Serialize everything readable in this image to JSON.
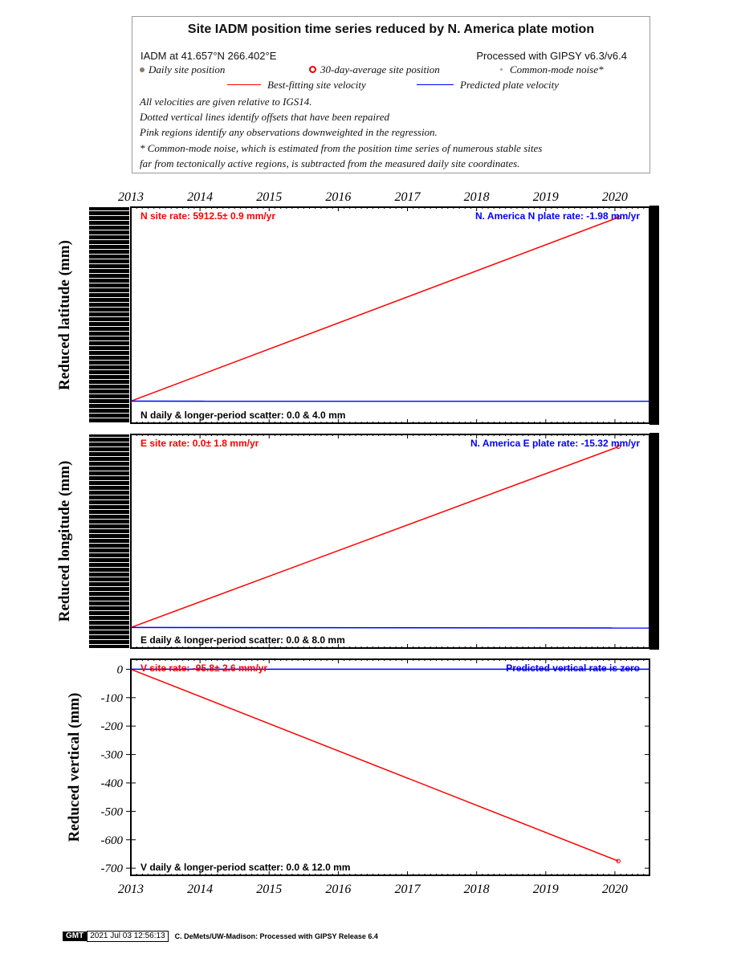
{
  "legend": {
    "title": "Site IADM position time series reduced by N. America plate motion",
    "site_location": "IADM at 41.657°N 266.402°E",
    "processing": "Processed with GIPSY v6.3/v6.4",
    "daily_label": "Daily site position",
    "avg_label": "30-day-average site position",
    "cm_label": "Common-mode noise*",
    "best_fit_label": "Best-fitting site velocity",
    "plate_label": "Predicted plate velocity",
    "note1": "All velocities are given relative to IGS14.",
    "note2": "Dotted vertical lines identify offsets that have been repaired",
    "note3": "Pink regions identify any observations downweighted in the regression.",
    "note4": "* Common-mode noise, which is estimated from the position time series of numerous stable sites",
    "note5": "far from tectonically active regions, is subtracted from the measured daily site coordinates."
  },
  "colors": {
    "site_rate": "#ff0000",
    "plate": "#0000ff",
    "daily": "#9e9e9e",
    "avg_dot": "#e00000"
  },
  "chart_data": [
    {
      "type": "line",
      "panel": "north",
      "ylabel": "Reduced latitude (mm)",
      "xticks": [
        "2013",
        "2014",
        "2015",
        "2016",
        "2017",
        "2018",
        "2019",
        "2020"
      ],
      "xlim": [
        2013,
        2020.5
      ],
      "ylim": [
        -5000,
        44000
      ],
      "rate_text": "N site rate: 5912.5± 0.9 mm/yr",
      "plate_text": "N. America N plate rate: -1.98 mm/yr",
      "scatter_text": "N daily & longer-period scatter:   0.0 &   4.0 mm",
      "series": [
        {
          "name": "Best-fitting site velocity",
          "x": [
            2013.0,
            2020.05
          ],
          "y": [
            0,
            41683
          ]
        },
        {
          "name": "Predicted plate velocity",
          "x": [
            2013.0,
            2020.5
          ],
          "y": [
            0,
            -15
          ]
        }
      ]
    },
    {
      "type": "line",
      "panel": "east",
      "ylabel": "Reduced longitude (mm)",
      "xticks": [
        "2013",
        "2014",
        "2015",
        "2016",
        "2017",
        "2018",
        "2019",
        "2020"
      ],
      "xlim": [
        2013,
        2020.5
      ],
      "ylim": [
        -5000,
        47000
      ],
      "rate_text": "E site rate:   0.0± 1.8 mm/yr",
      "plate_text": "N. America E plate rate: -15.32 mm/yr",
      "scatter_text": "E daily & longer-period scatter:   0.0 &   8.0 mm",
      "series": [
        {
          "name": "Best-fitting site velocity",
          "x": [
            2013.0,
            2020.05
          ],
          "y": [
            0,
            44000
          ]
        },
        {
          "name": "Predicted plate velocity",
          "x": [
            2013.0,
            2020.5
          ],
          "y": [
            0,
            -115
          ]
        }
      ]
    },
    {
      "type": "line",
      "panel": "vertical",
      "ylabel": "Reduced vertical (mm)",
      "xticks": [
        "2013",
        "2014",
        "2015",
        "2016",
        "2017",
        "2018",
        "2019",
        "2020"
      ],
      "xlim": [
        2013,
        2020.5
      ],
      "ylim": [
        -725,
        35
      ],
      "yticks": [
        0,
        -100,
        -200,
        -300,
        -400,
        -500,
        -600,
        -700
      ],
      "ytick_labels": [
        "0",
        "-100",
        "-200",
        "-300",
        "-400",
        "-500",
        "-600",
        "-700"
      ],
      "rate_text": "V site rate: -95.8± 2.6 mm/yr",
      "plate_text": "Predicted vertical rate is zero",
      "scatter_text": "V daily & longer-period scatter:   0.0 &  12.0 mm",
      "series": [
        {
          "name": "Best-fitting site velocity",
          "x": [
            2013.0,
            2020.05
          ],
          "y": [
            0,
            -675
          ]
        },
        {
          "name": "Predicted plate velocity",
          "x": [
            2013.0,
            2020.5
          ],
          "y": [
            0,
            0
          ]
        }
      ]
    }
  ],
  "footer": {
    "logo": "GMT",
    "timestamp": "2021 Jul 03 12:56:13",
    "credit": "C. DeMets/UW-Madison: Processed with GIPSY Release 6.4"
  }
}
